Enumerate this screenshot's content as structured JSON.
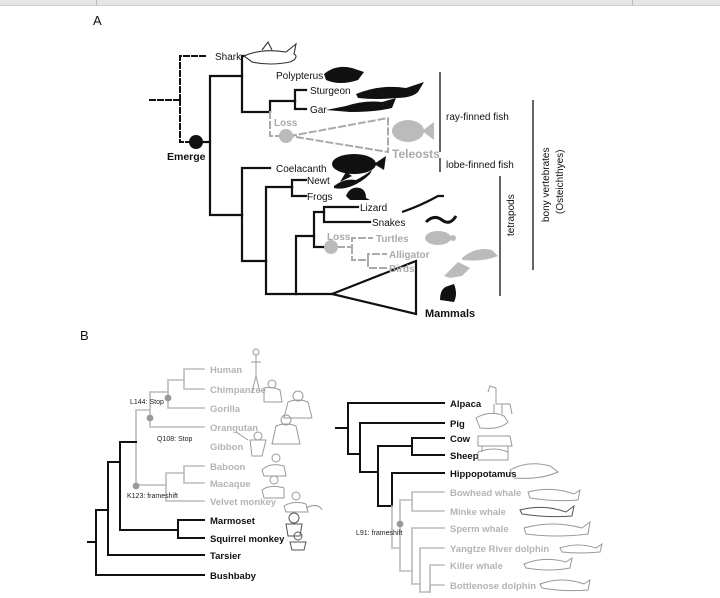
{
  "panels": {
    "a": "A",
    "b": "B"
  },
  "panel_a": {
    "taxa": {
      "shark": "Shark",
      "polypterus": "Polypterus",
      "sturgeon": "Sturgeon",
      "gar": "Gar",
      "teleosts": "Teleosts",
      "coelacanth": "Coelacanth",
      "newt": "Newt",
      "frogs": "Frogs",
      "lizard": "Lizard",
      "snakes": "Snakes",
      "turtles": "Turtles",
      "alligator": "Alligator",
      "birds": "Birds",
      "mammals": "Mammals"
    },
    "events": {
      "emerge": "Emerge",
      "loss_fish": "Loss",
      "loss_reptile": "Loss"
    },
    "groups": {
      "ray_finned": "ray-finned fish",
      "lobe_finned": "lobe-finned fish",
      "bony_line1": "bony vertebrates",
      "bony_line2": "(Osteichthyes)",
      "tetrapods": "tetrapods"
    },
    "colors": {
      "present": "#111111",
      "lost": "#aaaaaa"
    }
  },
  "panel_b_primates": {
    "taxa": {
      "human": "Human",
      "chimpanzee": "Chimpanzee",
      "gorilla": "Gorilla",
      "orangutan": "Orangutan",
      "gibbon": "Gibbon",
      "baboon": "Baboon",
      "macaque": "Macaque",
      "velvet": "Velvet monkey",
      "marmoset": "Marmoset",
      "squirrel": "Squirrel monkey",
      "tarsier": "Tarsier",
      "bushbaby": "Bushbaby"
    },
    "mutations": {
      "l144": "L144: Stop",
      "q108": "Q108: Stop",
      "k123": "K123: frameshift"
    }
  },
  "panel_b_mammals": {
    "taxa": {
      "alpaca": "Alpaca",
      "pig": "Pig",
      "cow": "Cow",
      "sheep": "Sheep",
      "hippo": "Hippopotamus",
      "bowhead": "Bowhead whale",
      "minke": "Minke whale",
      "sperm": "Sperm whale",
      "yangtze": "Yangtze River dolphin",
      "killer": "Killer whale",
      "bottlenose": "Bottlenose dolphin"
    },
    "mutations": {
      "l91": "L91: frameshift"
    }
  }
}
